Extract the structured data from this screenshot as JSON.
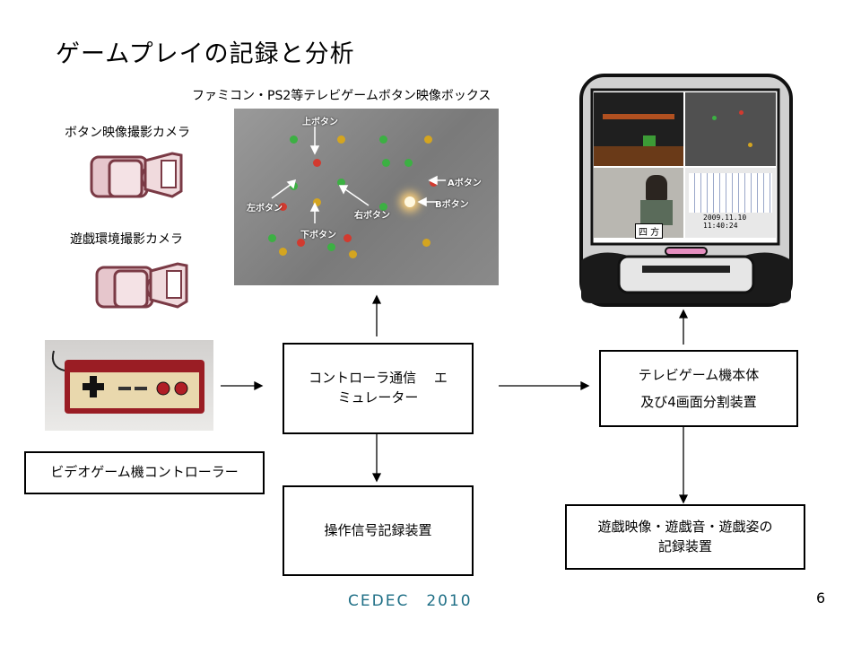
{
  "slide": {
    "title": "ゲームプレイの記録と分析",
    "footer": "CEDEC　2010",
    "page_number": "6"
  },
  "cameras": {
    "button_camera_label": "ボタン映像撮影カメラ",
    "environment_camera_label": "遊戯環境撮影カメラ"
  },
  "button_box": {
    "caption": "ファミコン・PS2等テレビゲームボタン映像ボックス",
    "labels": {
      "up": "上ボタン",
      "a": "Aボタン",
      "b": "Bボタン",
      "left": "左ボタン",
      "right": "右ボタン",
      "down": "下ボタン"
    }
  },
  "controller": {
    "label": "ビデオゲーム機コントローラー"
  },
  "boxes": {
    "emulator": "コントローラ通信　 エ\nミュレーター",
    "signal_recorder": "操作信号記録装置",
    "tv_game": "テレビゲーム機本体\n及び4画面分割装置",
    "av_recorder": "遊戯映像・遊戯音・遊戯姿の\n記録装置"
  },
  "monitor": {
    "name_plate": "四 方",
    "timestamp": "2009.11.10\n11:40:24"
  }
}
